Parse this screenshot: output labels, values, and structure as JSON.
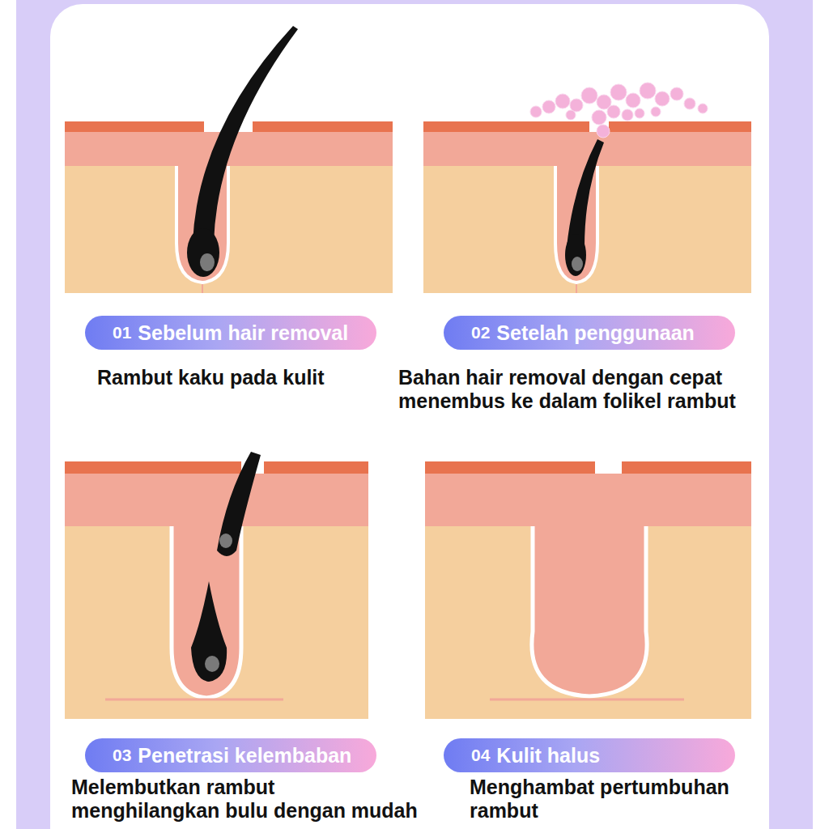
{
  "diagram": {
    "nodes": [
      {
        "text": [
          "01",
          "Sebelum hair removal"
        ]
      },
      {
        "text": [
          "02",
          "Setelah penggunaan"
        ]
      },
      {
        "text": [
          "03",
          "Penetrasi kelembaban"
        ]
      },
      {
        "text": [
          "04",
          "Kulit halus"
        ]
      }
    ],
    "labels": [
      "Rambut kaku pada kulit",
      "Bahan hair removal dengan cepat menembus ke dalam folikel rambut",
      "Melembutkan rambut menghilangkan bulu dengan mudah",
      "Menghambat pertumbuhan rambut"
    ]
  }
}
